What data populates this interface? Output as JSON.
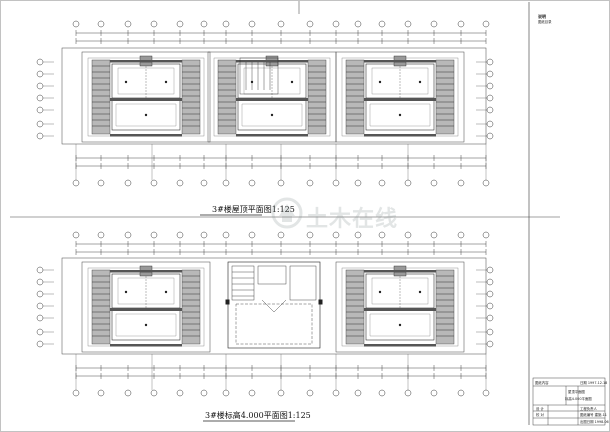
{
  "drawing": {
    "upper_plan": {
      "caption": "3#楼屋顶平面图1:125"
    },
    "lower_plan": {
      "caption": "3#楼标高4.000平面图1:125"
    },
    "watermark": {
      "text": "土木在线"
    },
    "title_block": {
      "top_label": "说明",
      "top_sub": "图纸目录",
      "header_left": "图纸内容",
      "header_right": "日期  1997.12.18",
      "line1": "屋顶平面图",
      "line2": "标高4.000平面图",
      "row1_left": "设 计",
      "row1_right": "工程负责人",
      "row2_left": "校 对",
      "row2_right": "图纸编号   建施-11",
      "row3_right": "出图日期   1998.06"
    }
  }
}
